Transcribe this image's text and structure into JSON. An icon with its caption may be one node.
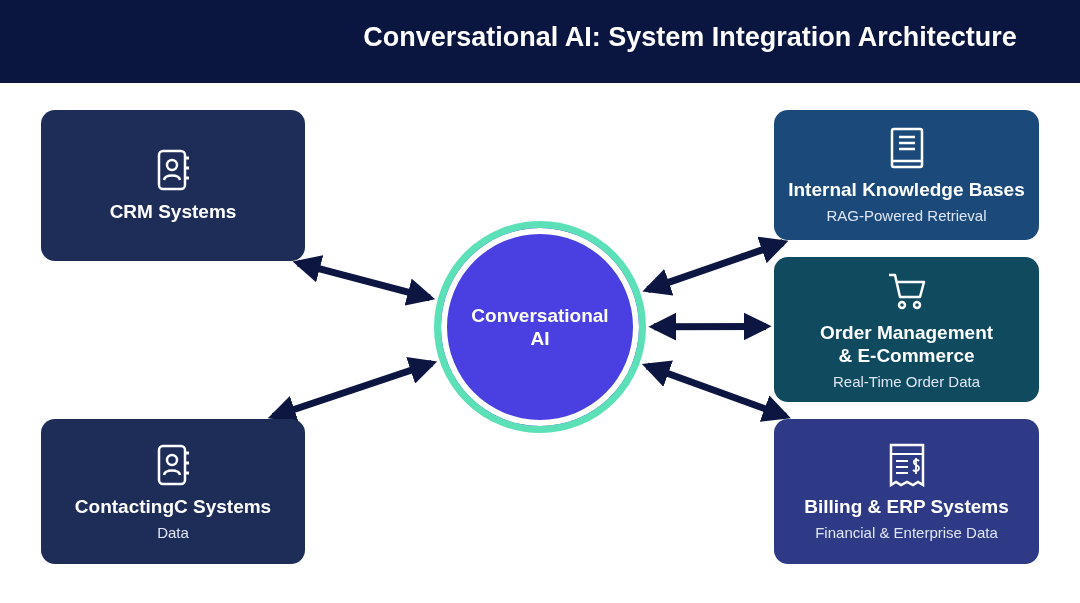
{
  "diagram": {
    "title": "Conversational AI: System Integration Architecture",
    "nodes": [
      {
        "text": [
          "CRM Systems"
        ]
      },
      {
        "text": [
          "Internal Knowledge Bases",
          "RAG-Powered Retrieval"
        ]
      },
      {
        "text": [
          "Conversational AI"
        ]
      },
      {
        "text": [
          "Order Management & E-Commerce",
          "Real-Time Order Data"
        ]
      },
      {
        "text": [
          "ContactingC Systems",
          "Data"
        ]
      },
      {
        "text": [
          "Billing & ERP Systems",
          "Financial & Enterprise Data"
        ]
      }
    ],
    "edges": [
      {
        "from": 2,
        "to": 0,
        "arrow": "both"
      },
      {
        "from": 2,
        "to": 1,
        "arrow": "both"
      },
      {
        "from": 2,
        "to": 3,
        "arrow": "both"
      },
      {
        "from": 2,
        "to": 4,
        "arrow": "both"
      },
      {
        "from": 2,
        "to": 5,
        "arrow": "both"
      }
    ]
  }
}
